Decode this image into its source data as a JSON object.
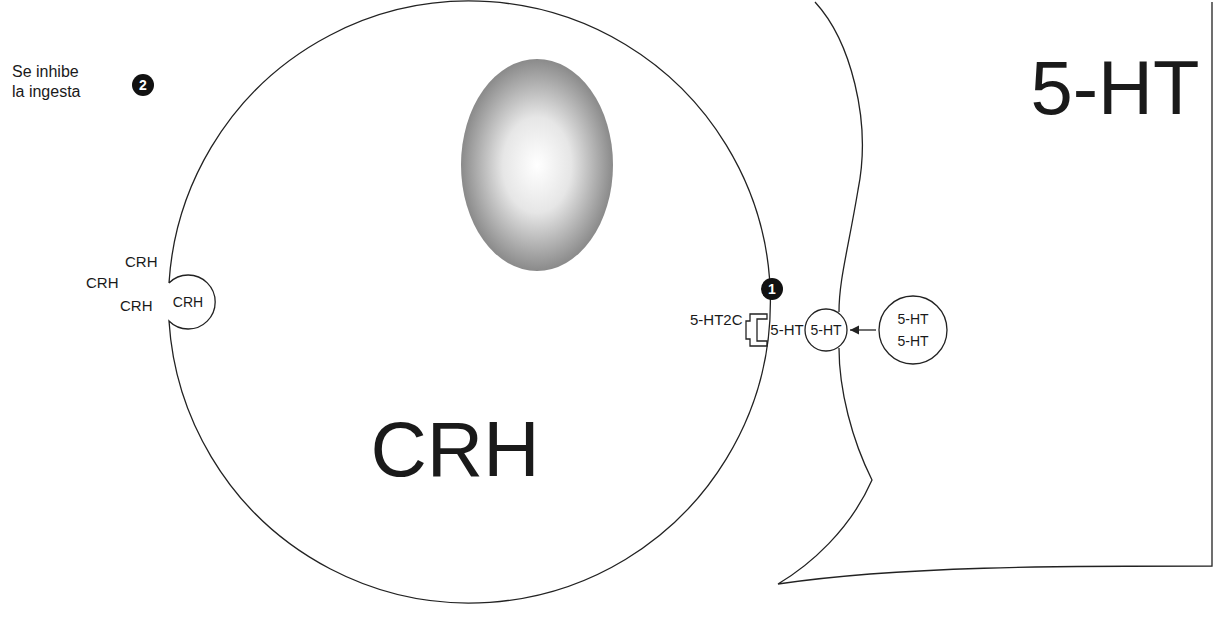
{
  "diagram": {
    "nodes": [
      {
        "text": [
          "CRH"
        ]
      },
      {
        "text": [
          "CRH"
        ],
        "in": 0
      },
      {
        "text": [
          "5-HT"
        ],
        "in": 0
      },
      {
        "text": [
          "5-HT"
        ]
      },
      {
        "text": [
          "5-HT"
        ]
      },
      {
        "text": [
          "5-HT",
          "5-HT"
        ],
        "in": 3
      }
    ],
    "edges": [
      {
        "from": 5,
        "to": 4,
        "arrow": "to"
      }
    ],
    "labels": [
      "1",
      "2",
      "Se inhibe la ingesta",
      "CRH",
      "CRH",
      "CRH",
      "5-HT2C"
    ]
  }
}
